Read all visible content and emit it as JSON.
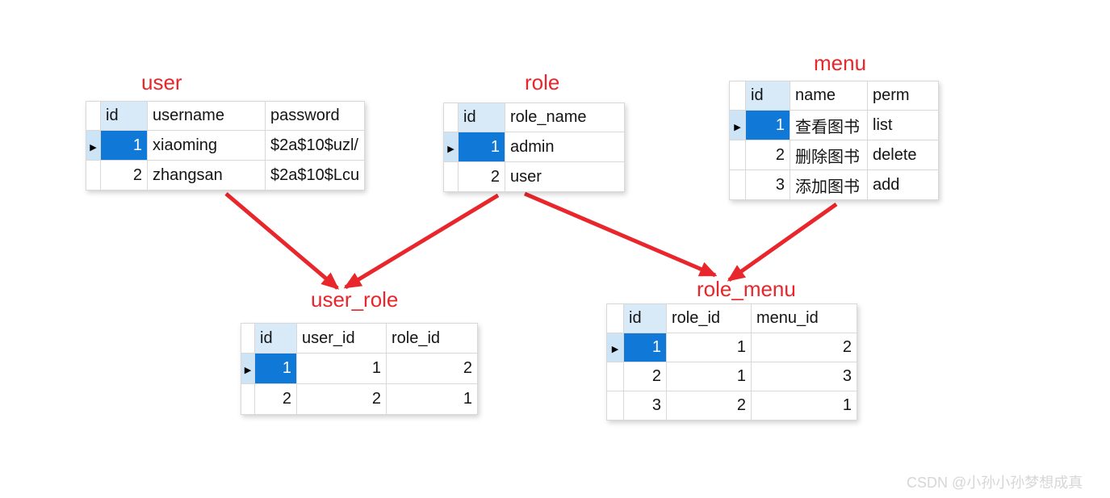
{
  "colors": {
    "accent_red": "#e8262b",
    "selected_cell_bg": "#1078d7",
    "selected_cell_text": "#ffffff",
    "id_header_bg": "#d8eaf8",
    "selector_selected_bg": "#cde4f7",
    "grid_line": "#d8d8d8",
    "text": "#141414",
    "watermark_text": "#d6d6d6"
  },
  "icons": {
    "row_selector": "▶"
  },
  "tables": [
    {
      "name": "user",
      "title": "user",
      "columns": [
        "id",
        "username",
        "password"
      ],
      "rows": [
        [
          "1",
          "xiaoming",
          "$2a$10$uzl/"
        ],
        [
          "2",
          "zhangsan",
          "$2a$10$Lcu"
        ]
      ],
      "selected_row_index": 0
    },
    {
      "name": "role",
      "title": "role",
      "columns": [
        "id",
        "role_name"
      ],
      "rows": [
        [
          "1",
          "admin"
        ],
        [
          "2",
          "user"
        ]
      ],
      "selected_row_index": 0
    },
    {
      "name": "menu",
      "title": "menu",
      "columns": [
        "id",
        "name",
        "perm"
      ],
      "rows": [
        [
          "1",
          "查看图书",
          "list"
        ],
        [
          "2",
          "删除图书",
          "delete"
        ],
        [
          "3",
          "添加图书",
          "add"
        ]
      ],
      "selected_row_index": 0
    },
    {
      "name": "user_role",
      "title": "user_role",
      "columns": [
        "id",
        "user_id",
        "role_id"
      ],
      "rows": [
        [
          "1",
          "1",
          "2"
        ],
        [
          "2",
          "2",
          "1"
        ]
      ],
      "selected_row_index": 0
    },
    {
      "name": "role_menu",
      "title": "role_menu",
      "columns": [
        "id",
        "role_id",
        "menu_id"
      ],
      "rows": [
        [
          "1",
          "1",
          "2"
        ],
        [
          "2",
          "1",
          "3"
        ],
        [
          "3",
          "2",
          "1"
        ]
      ],
      "selected_row_index": 0
    }
  ],
  "relationships": [
    {
      "from": "user",
      "to": "user_role"
    },
    {
      "from": "role",
      "to": "user_role"
    },
    {
      "from": "role",
      "to": "role_menu"
    },
    {
      "from": "menu",
      "to": "role_menu"
    }
  ],
  "watermark": {
    "text": "CSDN @小孙小孙梦想成真"
  }
}
